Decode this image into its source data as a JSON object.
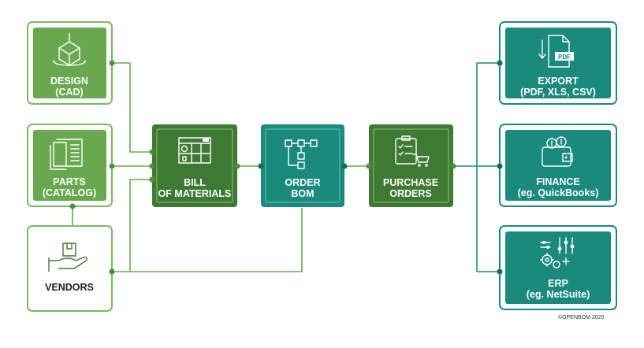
{
  "colors": {
    "green_light": "#6aa84f",
    "green_dark": "#3e7a33",
    "teal": "#1a8a7d",
    "teal_dark": "#0f6b5f",
    "frame_green": "#7cb863"
  },
  "nodes": {
    "design": {
      "line1": "DESIGN",
      "line2": "(CAD)",
      "icon": "cube-icon"
    },
    "parts": {
      "line1": "PARTS",
      "line2": "(CATALOG)",
      "icon": "catalog-book-icon"
    },
    "vendors": {
      "line1": "VENDORS",
      "icon": "box-in-hand-icon"
    },
    "bom": {
      "line1": "BILL",
      "line2": "OF MATERIALS",
      "icon": "spreadsheet-icon"
    },
    "order_bom": {
      "line1": "ORDER",
      "line2": "BOM",
      "icon": "hierarchy-icon"
    },
    "purchase_orders": {
      "line1": "PURCHASE",
      "line2": "ORDERS",
      "icon": "checklist-cart-icon"
    },
    "export": {
      "line1": "EXPORT",
      "line2": "(PDF, XLS, CSV)",
      "icon": "pdf-file-icon",
      "badge": "PDF"
    },
    "finance": {
      "line1": "FINANCE",
      "line2": "(eg. QuickBooks)",
      "icon": "wallet-icon"
    },
    "erp": {
      "line1": "ERP",
      "line2": "(eg. NetSuite)",
      "icon": "gears-sliders-icon"
    }
  },
  "copyright": "©OPENBOM 2020"
}
